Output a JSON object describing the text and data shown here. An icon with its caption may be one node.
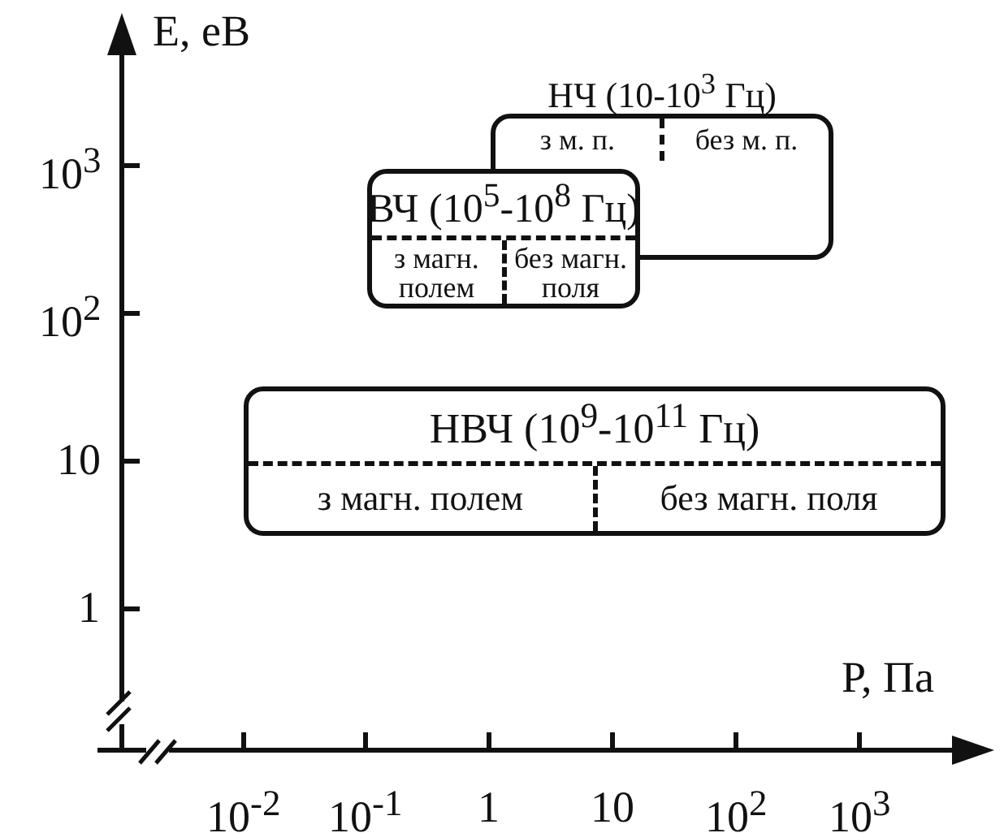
{
  "diagram": {
    "nodes": [
      {
        "text": [
          "НЧ (10-10$^{3}$ Гц)",
          "з м. п.",
          "без м. п."
        ]
      },
      {
        "text": [
          "ВЧ (10$^{5}$-10$^{8}$ Гц)",
          "з магн. полем",
          "без магн. поля"
        ]
      },
      {
        "text": [
          "НВЧ (10$^{9}$-10$^{11}$ Гц)",
          "з магн. полем",
          "без магн. поля"
        ]
      }
    ],
    "labels": [
      "E, еВ",
      "10$^{3}$",
      "10$^{2}$",
      "10",
      "1",
      "P, Па",
      "10$^{-2}$",
      "10$^{-1}$",
      "1",
      "10",
      "10$^{2}$",
      "10$^{3}$"
    ]
  }
}
